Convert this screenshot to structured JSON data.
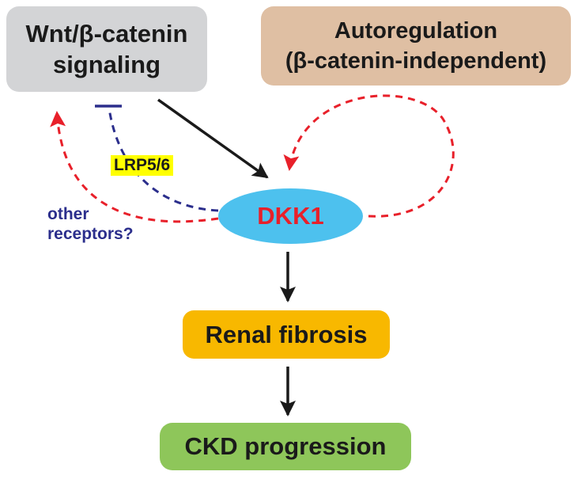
{
  "nodes": {
    "wnt": {
      "line1": "Wnt/β-catenin",
      "line2": "signaling"
    },
    "autoregulation": {
      "line1": "Autoregulation",
      "line2": "(β-catenin-independent)"
    },
    "dkk1": "DKK1",
    "renal_fibrosis": "Renal fibrosis",
    "ckd": "CKD progression"
  },
  "labels": {
    "lrp": "LRP5/6",
    "other_line1": "other",
    "other_line2": "receptors?"
  },
  "colors": {
    "wnt_box": "#d3d4d6",
    "auto_box": "#dfbfa3",
    "dkk1_fill": "#4dc1ee",
    "dkk1_text": "#e8202a",
    "renal_box": "#f8b800",
    "ckd_box": "#8ec65a",
    "dashed_red": "#e8202a",
    "dashed_blue": "#2b2e8c",
    "arrow_black": "#1a1a1a",
    "lrp_highlight": "#ffff00"
  }
}
